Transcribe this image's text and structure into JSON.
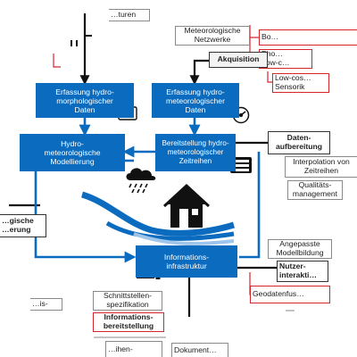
{
  "blue_boxes": {
    "capture_hydromorph": "Erfassung hydro-\nmorphologischer\nDaten",
    "capture_hydromet": "Erfassung hydro-\nmeteorologischer\nDaten",
    "hydromet_modelling": "Hydro-\nmeteorologische\nModellierung",
    "provision_timeseries": "Bereitstellung hydro-\nmeteorologischer\nZeitreihen",
    "info_infrastructure": "Informations-\ninfrastruktur"
  },
  "gray_boxes": {
    "top_left_partial": "…turen",
    "met_networks": "Meteorologische\nNetzwerke",
    "interp_timeseries": "Interpolation von\nZeitreihen",
    "quality_mgmt": "Qualitäts-\nmanagement",
    "adapted_modelling": "Angepasste\nModellbildung",
    "interface_spec": "Schnittstellen-\nspezifikation",
    "left_partial": "…is-",
    "bottom_partial_1": "…ihen-",
    "bottom_partial_2": "Dokument…"
  },
  "red_boxes": {
    "bo": "Bo…",
    "pho": "Pho…\n(low-c…",
    "lowcost": "Low-cos…\nSensorik",
    "geodata": "Geodatenfus…"
  },
  "bold_boxes": {
    "acquisition": "Akquisition",
    "data_prep": "Daten-\naufbereitung",
    "user_interaction": "Nutzer-\ninterakti…",
    "info_provision": "Informations-\nbereitstellung",
    "left_bold": "…gische\n…erung"
  },
  "icons": [
    "camera-icon",
    "gauge-icon",
    "gears-icon",
    "rain-cloud-icon",
    "house-icon",
    "server-icon",
    "workstation-icon"
  ],
  "colors": {
    "primary_blue": "#0a6bbf",
    "accent_red": "#d7262b",
    "ink": "#111111",
    "wave_light": "#9fc6ea"
  }
}
